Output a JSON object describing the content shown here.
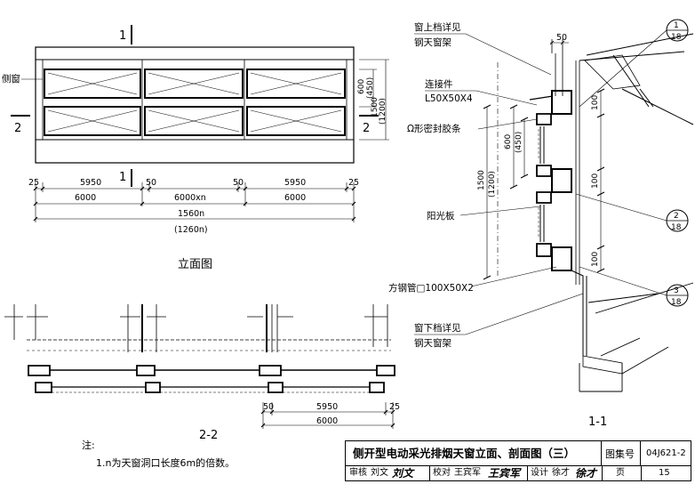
{
  "elevation": {
    "section_mark_top": "1",
    "section_mark_bottom": "1",
    "section_left": "2",
    "section_right": "2",
    "side_window_label": "侧窗",
    "dims_right": [
      "600",
      "(450)",
      "1500",
      "(1200)"
    ],
    "dims_row1": [
      "25",
      "5950",
      "50",
      "50",
      "5950",
      "25"
    ],
    "dims_row2": [
      "6000",
      "6000xn",
      "6000"
    ],
    "dims_row3": [
      "1560n",
      "(1260n)"
    ],
    "caption": "立面图"
  },
  "section_2_2": {
    "dims": [
      "50",
      "5950",
      "25",
      "6000"
    ],
    "caption": "2-2"
  },
  "section_1_1": {
    "callout_top": [
      "窗上档详见",
      "钢天窗架"
    ],
    "dim_50": "50",
    "connector": [
      "连接件",
      "L50X50X4"
    ],
    "seal": "Ω形密封胶条",
    "dims_left": [
      "600",
      "(450)",
      "1500",
      "(1200)"
    ],
    "dims_right": [
      "100",
      "100",
      "100"
    ],
    "sunboard": "阳光板",
    "tube": "方钢管□100X50X2",
    "callout_bottom": [
      "窗下档详见",
      "钢天窗架"
    ],
    "detail_marks": [
      {
        "num": "1",
        "sheet": "18"
      },
      {
        "num": "2",
        "sheet": "18"
      },
      {
        "num": "3",
        "sheet": "18"
      }
    ],
    "caption": "1-1"
  },
  "notes": {
    "heading": "注:",
    "items": [
      "1.n为天窗洞口长度6m的倍数。"
    ]
  },
  "title_block": {
    "title": "侧开型电动采光排烟天窗立面、剖面图（三）",
    "atlas_label": "图集号",
    "atlas_no": "04J621-2",
    "page_label": "页",
    "page_no": "15",
    "review_label": "审核",
    "review_name": "刘文",
    "review_sig": "刘文",
    "check_label": "校对",
    "check_name": "王宾军",
    "check_sig": "王宾军",
    "design_label": "设计",
    "design_name": "徐才",
    "design_sig": "徐才"
  }
}
